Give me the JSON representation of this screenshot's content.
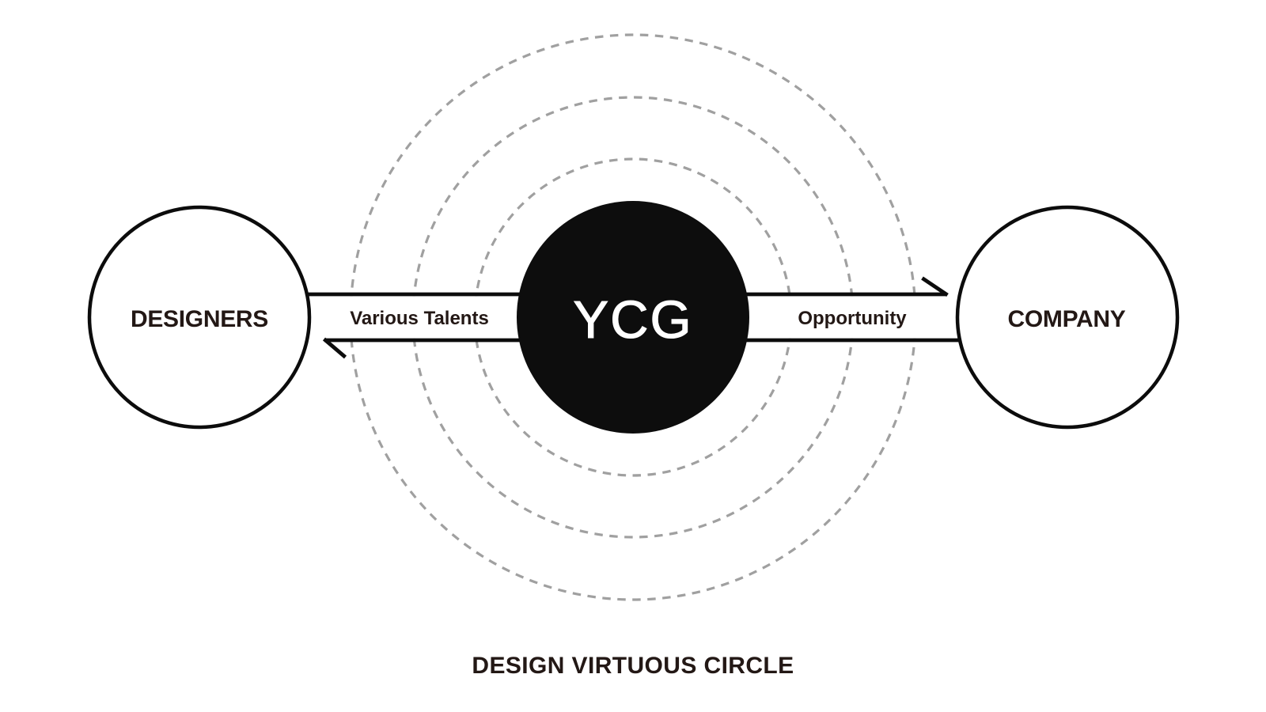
{
  "diagram": {
    "caption": "DESIGN VIRTUOUS CIRCLE",
    "nodes": {
      "designers": {
        "label": "DESIGNERS",
        "shape": "outlined-circle"
      },
      "ycg": {
        "label": "YCG",
        "shape": "filled-circle"
      },
      "company": {
        "label": "COMPANY",
        "shape": "outlined-circle"
      }
    },
    "arrows": {
      "top": {
        "direction": "right",
        "points_to": "COMPANY"
      },
      "bottom": {
        "direction": "left",
        "points_to": "DESIGNERS"
      }
    },
    "flow_labels": {
      "left": "Various Talents",
      "right": "Opportunity"
    },
    "orbits": {
      "count": 3,
      "style": "dashed"
    }
  },
  "colors": {
    "background": "#ffffff",
    "ink": "#0c0c0c",
    "text": "#231815",
    "hub_fill": "#0d0d0d",
    "hub_text": "#ffffff",
    "orbit_dash": "#a0a0a0"
  }
}
